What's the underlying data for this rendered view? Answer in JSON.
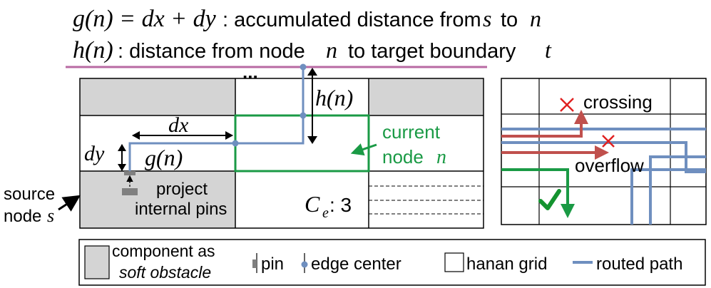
{
  "formulas": {
    "g_math": "g(n) = dx + dy",
    "g_desc": ": accumulated distance from",
    "g_s": "s",
    "g_to": "to",
    "g_n": "n",
    "h_math": "h(n)",
    "h_desc": ": distance from node",
    "h_n": "n",
    "h_to": "to target boundary",
    "h_t": "t"
  },
  "main_diagram": {
    "ellipsis": "...",
    "h_label": "h(n)",
    "dx_label": "dx",
    "dy_label": "dy",
    "g_label": "g(n)",
    "current_node_line1": "current",
    "current_node_line2": "node",
    "current_node_var": "n",
    "source_node_line1": "source",
    "source_node_line2": "node",
    "source_node_var": "s",
    "project_line1": "project",
    "project_line2": "internal pins",
    "ce_var": "C",
    "ce_sub": "e",
    "ce_value": ": 3"
  },
  "routing_example": {
    "crossing_label": "crossing",
    "overflow_label": "overflow"
  },
  "legend": {
    "component_line1": "component as",
    "component_line2": "soft obstacle",
    "pin_label": "pin",
    "edge_center_label": "edge center",
    "hanan_grid_label": "hanan grid",
    "routed_path_label": "routed path"
  },
  "colors": {
    "obstacle_gray": "#d4d4d4",
    "routed_blue": "#6f8fbf",
    "current_green": "#1a9a45",
    "overflow_red": "#c0504d",
    "boundary_pink": "#b86aa3",
    "cross_red": "#e02020",
    "check_green": "#14932f"
  }
}
